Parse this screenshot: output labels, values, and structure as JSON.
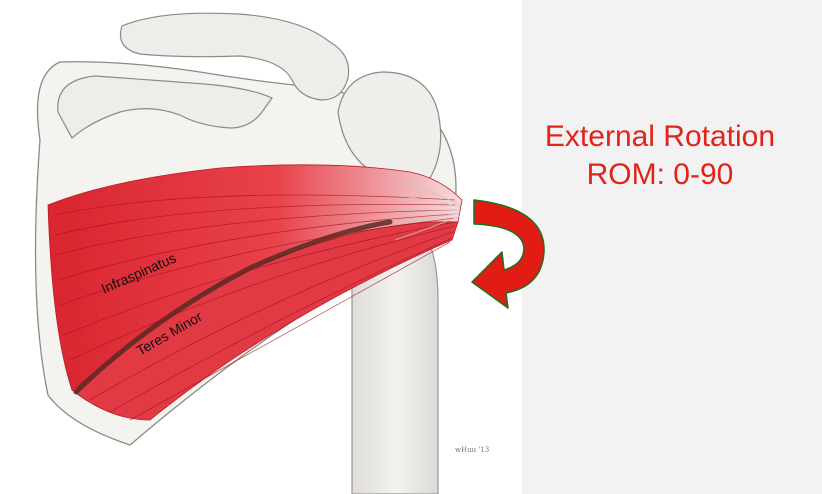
{
  "slide": {
    "title_line1": "External Rotation",
    "title_line2": "ROM: 0-90"
  },
  "diagram": {
    "labels": {
      "infraspinatus": "Infraspinatus",
      "teres_minor": "Teres Minor"
    },
    "artist_signature": "wHuu '13"
  },
  "colors": {
    "accent_red": "#e2231a",
    "muscle_red": "#e0303a",
    "bone_fill": "#ececea",
    "background": "#f2f2f2"
  },
  "icons": {
    "rotation_arrow": "curved-arrow-icon"
  }
}
